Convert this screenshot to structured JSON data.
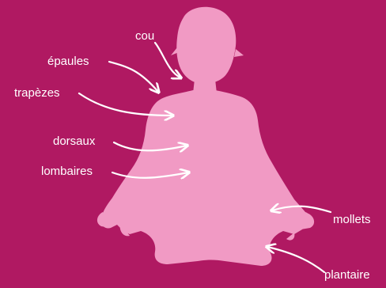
{
  "colors": {
    "background": "#b01962",
    "silhouette": "#f19ac4",
    "text": "#ffffff",
    "arrow": "#ffffff"
  },
  "labels": {
    "neck": "cou",
    "shoulders": "épaules",
    "trapezius": "trapèzes",
    "dorsal": "dorsaux",
    "lumbar": "lombaires",
    "calves": "mollets",
    "plantar": "plantaire"
  }
}
